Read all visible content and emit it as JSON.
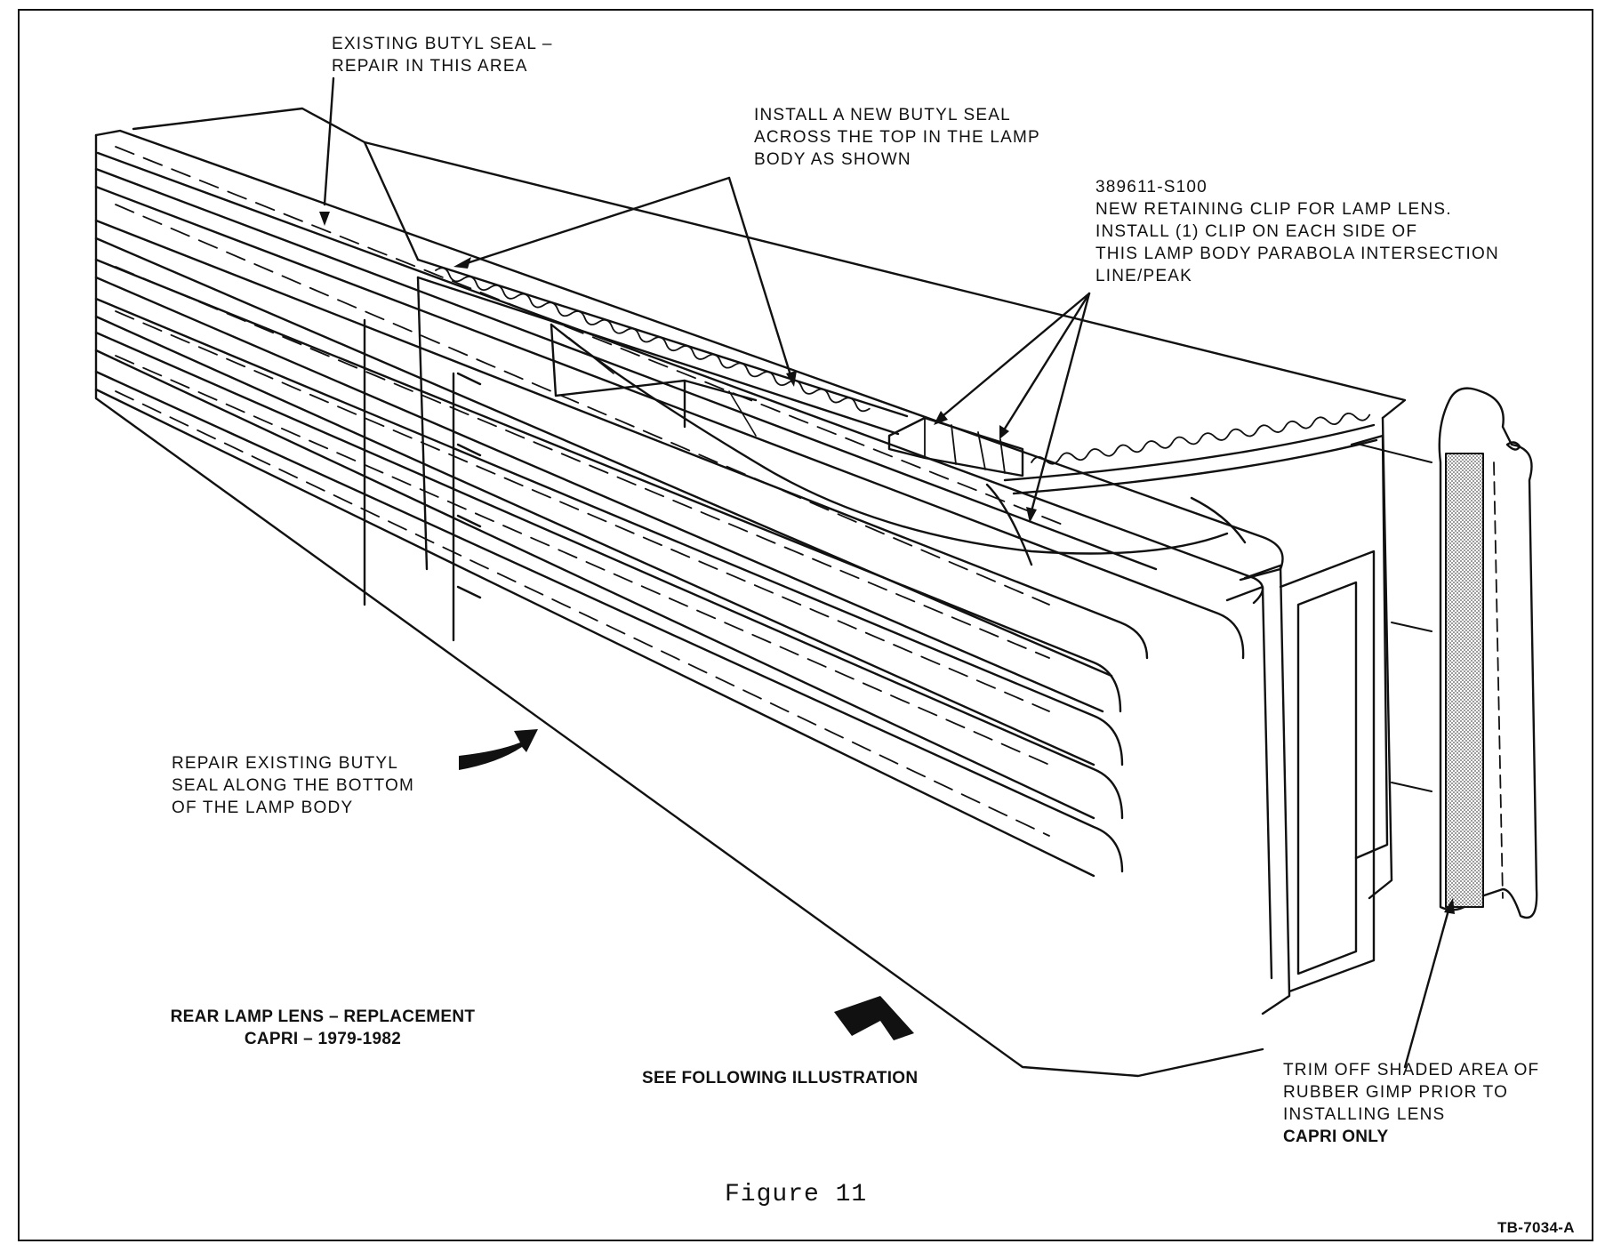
{
  "labels": {
    "existing_seal": [
      "EXISTING BUTYL SEAL –",
      "REPAIR IN THIS AREA"
    ],
    "install_seal": [
      "INSTALL A NEW BUTYL SEAL",
      "ACROSS THE TOP IN THE LAMP",
      "BODY AS SHOWN"
    ],
    "clip": [
      "389611-S100",
      "NEW RETAINING CLIP FOR LAMP LENS.",
      "INSTALL (1) CLIP ON EACH SIDE OF",
      "THIS LAMP BODY PARABOLA INTERSECTION",
      "LINE/PEAK"
    ],
    "repair_bottom": [
      "REPAIR EXISTING BUTYL",
      "SEAL ALONG THE BOTTOM",
      "OF THE LAMP BODY"
    ],
    "title": [
      "REAR LAMP LENS – REPLACEMENT",
      "CAPRI – 1979-1982"
    ],
    "see_following": "SEE FOLLOWING ILLUSTRATION",
    "trim": [
      "TRIM OFF SHADED AREA OF",
      "RUBBER GIMP PRIOR TO",
      "INSTALLING LENS"
    ],
    "trim_bold": "CAPRI ONLY",
    "figure": "Figure 11",
    "doc_id": "TB-7034-A"
  }
}
